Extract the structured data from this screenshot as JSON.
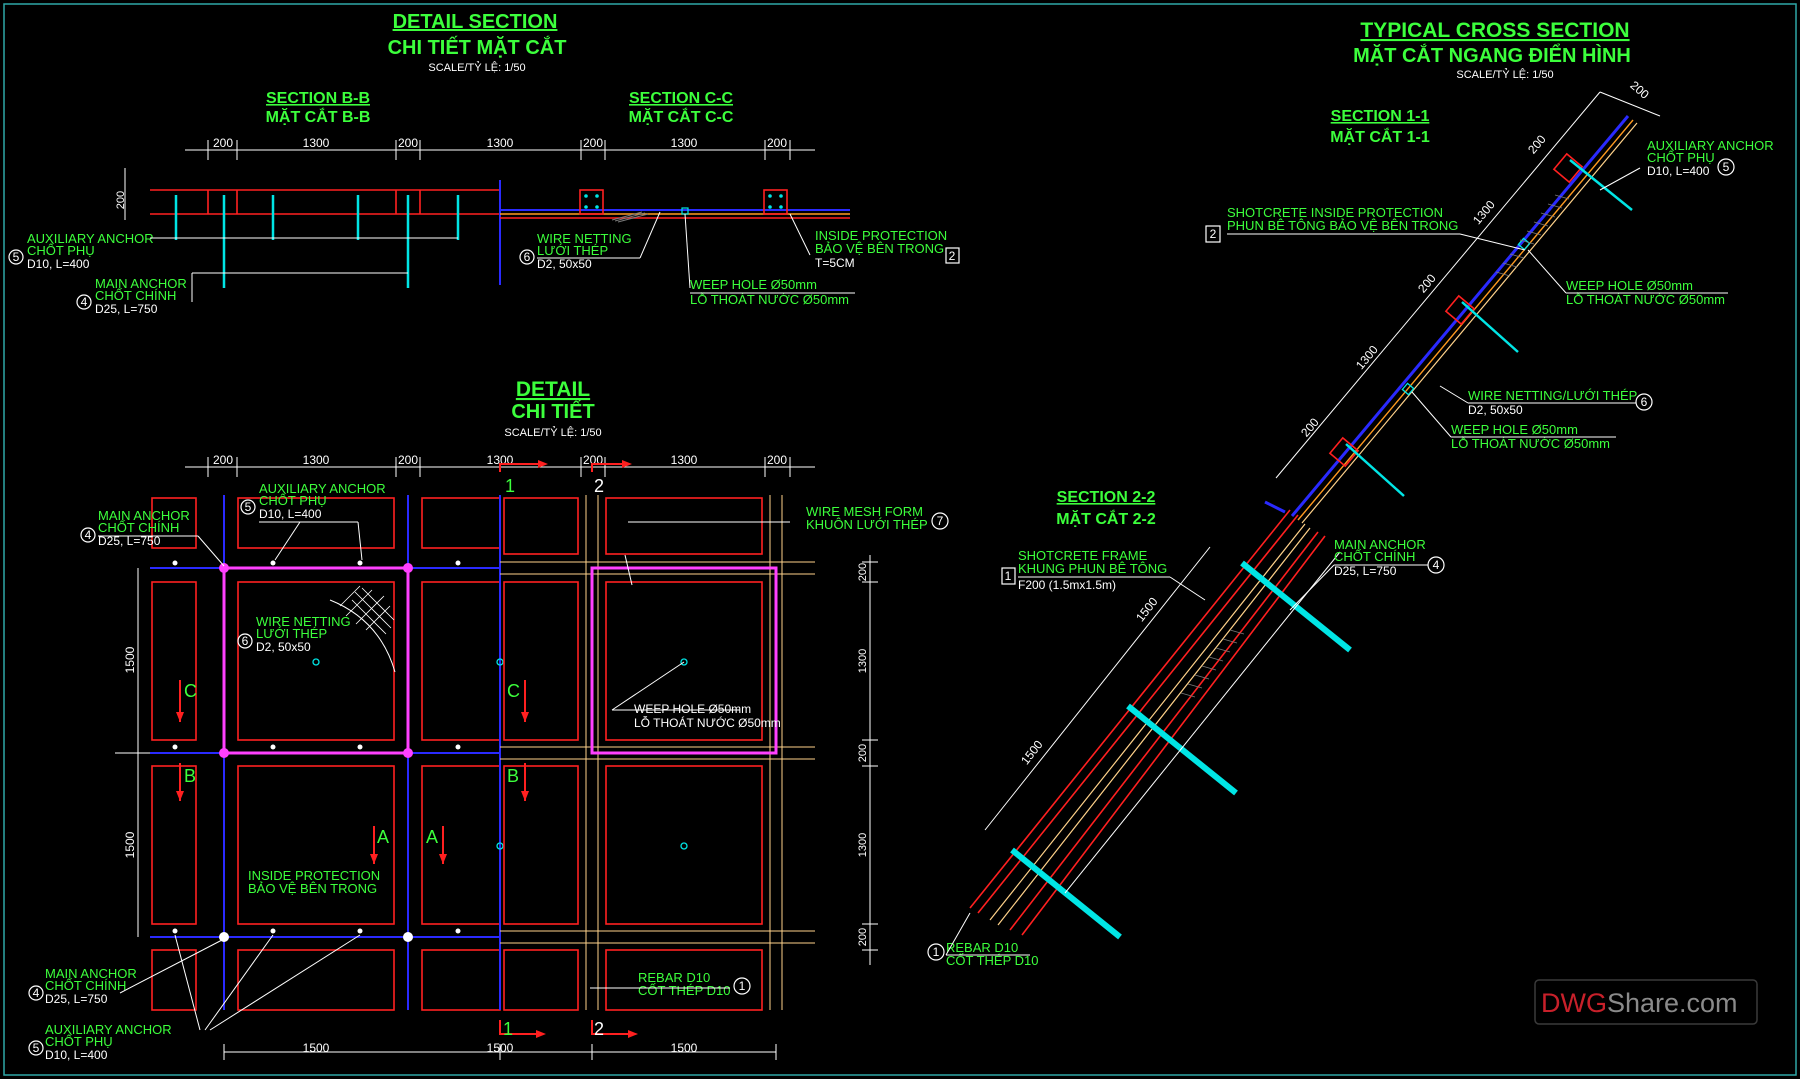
{
  "titles": {
    "detail_section": "DETAIL SECTION",
    "detail_section_vn": "CHI TIẾT MẶT CẮT",
    "scale": "SCALE/TỶ LỆ: 1/50",
    "typical_cross": "TYPICAL CROSS SECTION",
    "typical_cross_vn": "MẶT CẮT NGANG ĐIỂN HÌNH",
    "detail": "DETAIL",
    "detail_vn": "CHI TIẾT",
    "section_bb": "SECTION B-B",
    "section_bb_vn": "MẶT CẮT B-B",
    "section_cc": "SECTION C-C",
    "section_cc_vn": "MẶT CẮT C-C",
    "section_11": "SECTION 1-1",
    "section_11_vn": "MẶT CẮT 1-1",
    "section_22": "SECTION 2-2",
    "section_22_vn": "MẶT CẮT 2-2"
  },
  "dims": {
    "d200": "200",
    "d1300": "1300",
    "d1500": "1500"
  },
  "labels": {
    "aux_anchor": "AUXILIARY ANCHOR",
    "aux_anchor_vn": "CHỐT PHỤ",
    "aux_anchor_spec": "D10, L=400",
    "main_anchor": "MAIN ANCHOR",
    "main_anchor_vn": "CHỐT CHÍNH",
    "main_anchor_spec": "D25, L=750",
    "wire_netting": "WIRE NETTING",
    "wire_netting_vn": "LƯỚI THÉP",
    "wire_netting_spec": "D2, 50x50",
    "wire_netting_combo": "WIRE NETTING/LƯỚI THÉP",
    "weep_hole": "WEEP HOLE Ø50mm",
    "weep_hole_vn": "LỖ THOÁT NƯỚC Ø50mm",
    "inside_protection": "INSIDE PROTECTION",
    "inside_protection_vn": "BẢO VỆ BÊN TRONG",
    "inside_protection_spec": "T=5CM",
    "shotcrete_inside": "SHOTCRETE INSIDE PROTECTION",
    "shotcrete_inside_vn": "PHUN BÊ TÔNG BẢO VỆ BÊN TRONG",
    "wire_mesh_form": "WIRE MESH FORM",
    "wire_mesh_form_vn": "KHUÔN LƯỚI THÉP",
    "shotcrete_frame": "SHOTCRETE FRAME",
    "shotcrete_frame_vn": "KHUNG PHUN BÊ TÔNG",
    "shotcrete_frame_spec": "F200 (1.5mx1.5m)",
    "rebar": "REBAR D10",
    "rebar_vn": "CỐT THÉP D10"
  },
  "marks": {
    "n1": "1",
    "n2": "2",
    "n4": "4",
    "n5": "5",
    "n6": "6",
    "n7": "7",
    "A": "A",
    "B": "B",
    "C": "C"
  },
  "watermark": {
    "dwg": "DWG",
    "share": "Share.com"
  },
  "colors": {
    "green": "#3cff3c",
    "red": "#ff2020",
    "blue": "#2a2aff",
    "cyan": "#00e5e5",
    "magenta": "#ff40ff",
    "white": "#ffffff"
  }
}
